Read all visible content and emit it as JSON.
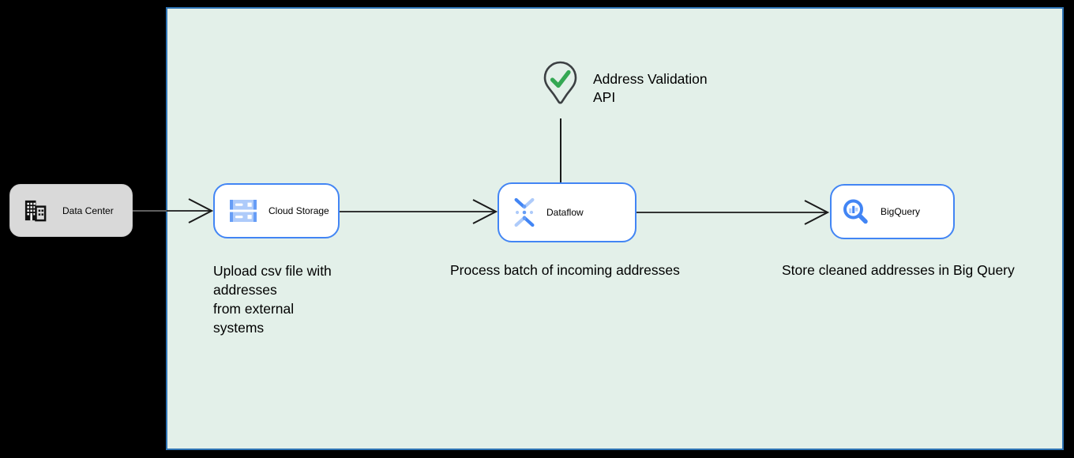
{
  "colors": {
    "canvas_bg": "#000000",
    "zone_fill": "#e3f0e9",
    "zone_border": "#2e74b5",
    "node_fill": "#ffffff",
    "node_border": "#4285f4",
    "external_node_fill": "#d9d9d9",
    "arrow": "#1a1a1a",
    "arrow_dim": "#5f5f5f",
    "pin_outline": "#3c4043",
    "check_green": "#34a853",
    "icon_blue": "#4285f4",
    "icon_blue_mid": "#669df6",
    "icon_blue_light": "#aecbfa",
    "text": "#000000"
  },
  "nodes": {
    "data_center": {
      "label": "Data Center",
      "icon": "building-icon"
    },
    "cloud_storage": {
      "label": "Cloud Storage",
      "icon": "cloud-storage-icon",
      "caption": "Upload csv file with\naddresses\nfrom external\nsystems"
    },
    "dataflow": {
      "label": "Dataflow",
      "icon": "dataflow-icon",
      "caption": "Process batch of incoming addresses"
    },
    "bigquery": {
      "label": "BigQuery",
      "icon": "bigquery-icon",
      "caption": "Store cleaned addresses in Big Query"
    }
  },
  "annotations": {
    "address_validation": {
      "label": "Address Validation\nAPI",
      "icon": "map-pin-check-icon"
    }
  },
  "connectors": [
    {
      "from": "data_center",
      "to": "cloud_storage"
    },
    {
      "from": "cloud_storage",
      "to": "dataflow"
    },
    {
      "from": "dataflow",
      "to": "bigquery"
    },
    {
      "from": "address_validation",
      "to": "dataflow",
      "style": "plain-line"
    }
  ]
}
